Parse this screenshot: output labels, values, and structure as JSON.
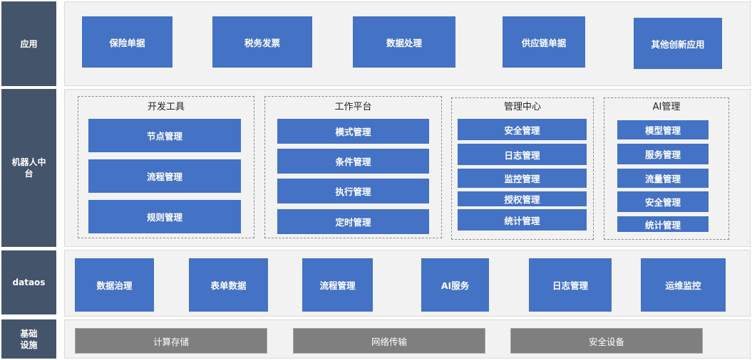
{
  "layers": {
    "app": {
      "label": "应用",
      "items": [
        "保险单据",
        "税务发票",
        "数据处理",
        "供应链单据",
        "其他创新应用"
      ]
    },
    "robot": {
      "label": "机器人中台",
      "groups": [
        {
          "title": "开发工具",
          "items": [
            "节点管理",
            "流程管理",
            "规则管理"
          ]
        },
        {
          "title": "工作平台",
          "items": [
            "模式管理",
            "条件管理",
            "执行管理",
            "定时管理"
          ]
        },
        {
          "title": "管理中心",
          "items": [
            "安全管理",
            "日志管理",
            "监控管理",
            "授权管理",
            "统计管理"
          ]
        },
        {
          "title": "AI管理",
          "items": [
            "模型管理",
            "服务管理",
            "流量管理",
            "安全管理",
            "统计管理"
          ]
        }
      ]
    },
    "dataos": {
      "label": "dataos",
      "items": [
        "数据治理",
        "表单数据",
        "流程管理",
        "AI服务",
        "日志管理",
        "运维监控"
      ]
    },
    "infra": {
      "label": "基础设施",
      "items": [
        "计算存储",
        "网络传输",
        "安全设备"
      ]
    }
  },
  "colors": {
    "label_bg": "#44546a",
    "box_blue": "#4472c4",
    "box_grey": "#7f7f7f",
    "panel_bg": "#f2f2f2"
  }
}
